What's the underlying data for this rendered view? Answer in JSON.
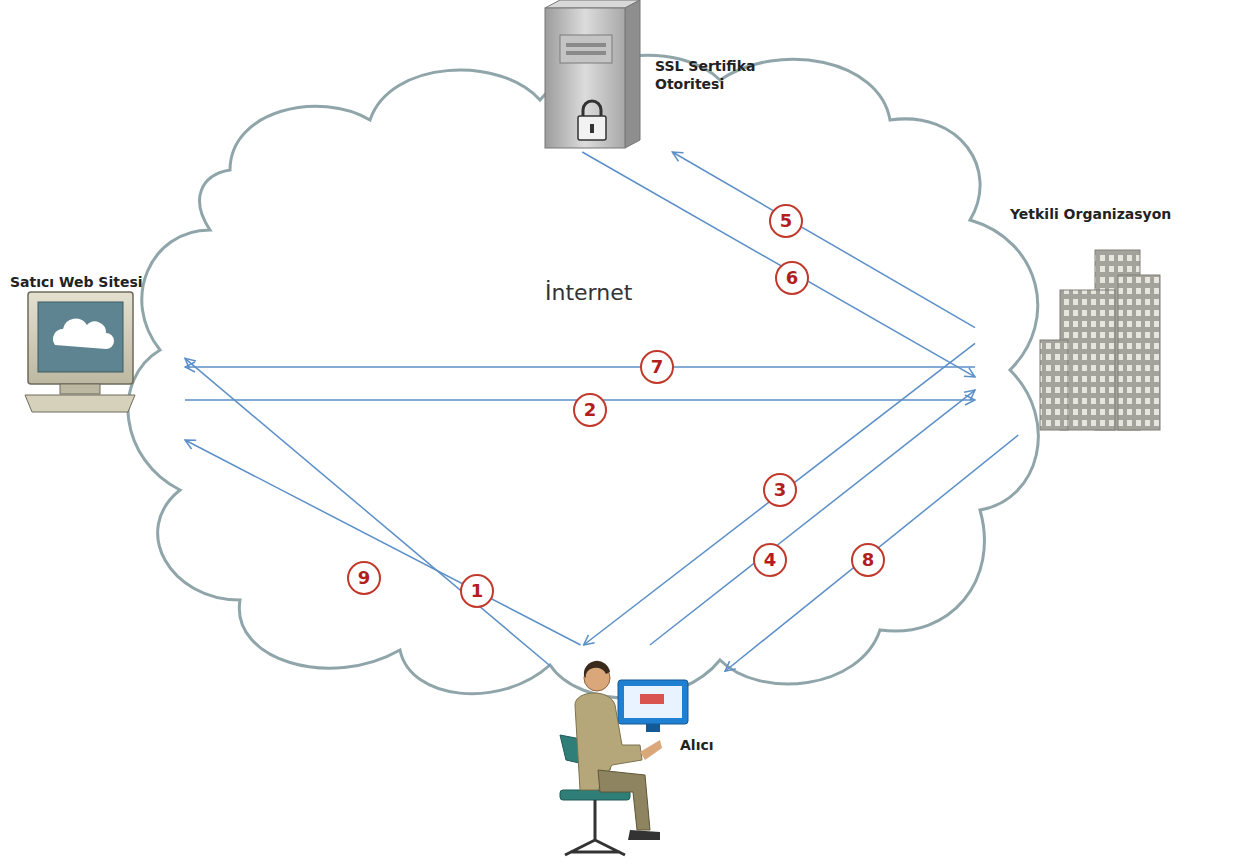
{
  "diagram": {
    "nodes": [
      {
        "text": [
          "SSL Sertifika Otoritesi"
        ]
      },
      {
        "text": [
          "Satıcı Web Sitesi"
        ]
      },
      {
        "text": [
          "Yetkili Organizasyon"
        ]
      },
      {
        "text": [
          "Alıcı"
        ]
      }
    ],
    "edges": [
      {
        "from": 3,
        "to": 1,
        "label": "1",
        "arrow": "to"
      },
      {
        "from": 1,
        "to": 2,
        "label": "2",
        "arrow": "to"
      },
      {
        "from": 2,
        "to": 3,
        "label": "3",
        "arrow": "to"
      },
      {
        "from": 3,
        "to": 2,
        "label": "4",
        "arrow": "to"
      },
      {
        "from": 2,
        "to": 0,
        "label": "5",
        "arrow": "to"
      },
      {
        "from": 0,
        "to": 2,
        "label": "6",
        "arrow": "to"
      },
      {
        "from": 2,
        "to": 1,
        "label": "7",
        "arrow": "to"
      },
      {
        "from": 2,
        "to": 3,
        "label": "8",
        "arrow": "to"
      },
      {
        "from": 3,
        "to": 1,
        "label": "9",
        "arrow": "to"
      }
    ],
    "labels": [
      "İnternet"
    ]
  }
}
